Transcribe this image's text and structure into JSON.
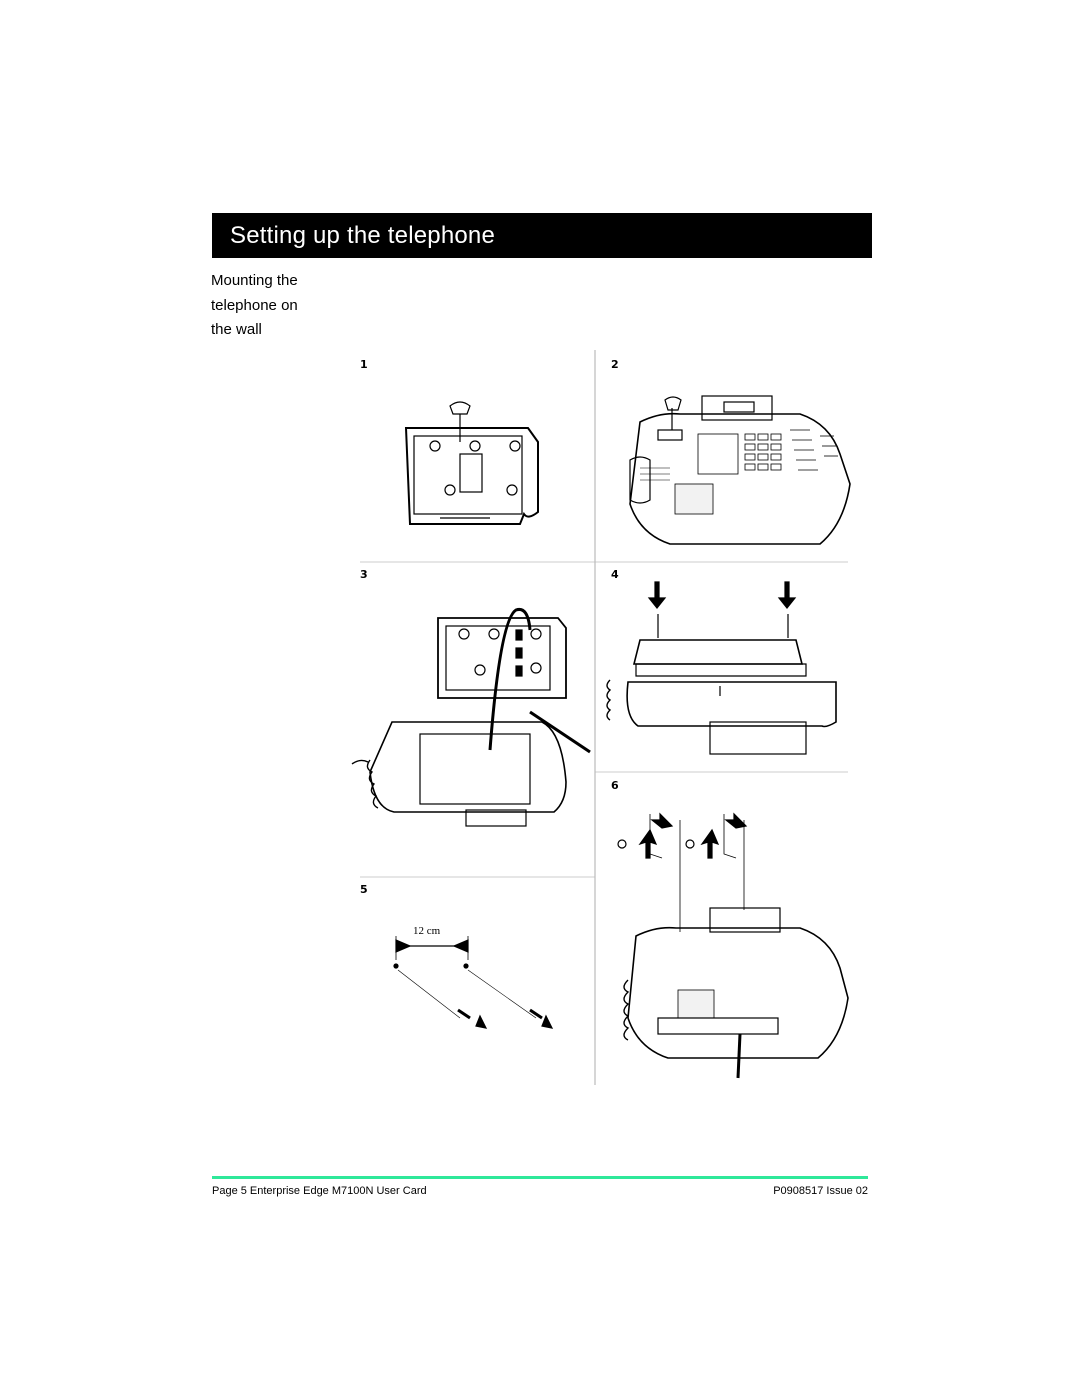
{
  "header": {
    "title": "Setting up the telephone"
  },
  "section": {
    "label_lines": [
      "Mounting the",
      "telephone on",
      "the wall"
    ]
  },
  "steps": [
    {
      "number": "1"
    },
    {
      "number": "2"
    },
    {
      "number": "3"
    },
    {
      "number": "4"
    },
    {
      "number": "5",
      "dimension": "12 cm"
    },
    {
      "number": "6"
    }
  ],
  "footer": {
    "left": "Page 5  Enterprise Edge M7100N User Card",
    "right": "P0908517 Issue 02"
  },
  "colors": {
    "banner": "#000000",
    "footer_rule": "#2fe89a"
  }
}
